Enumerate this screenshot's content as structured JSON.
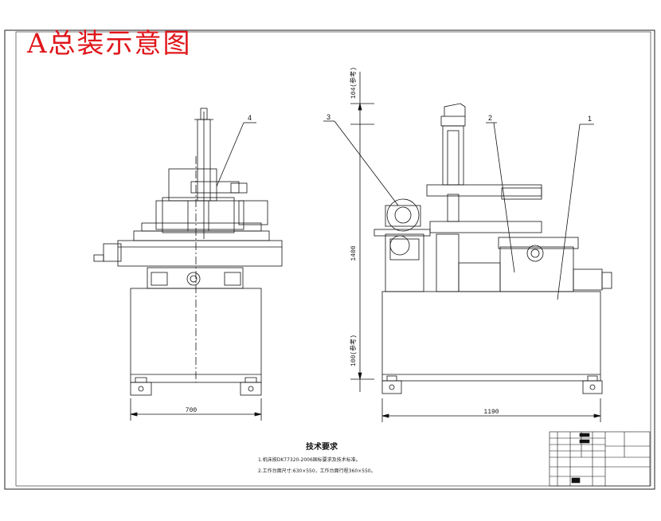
{
  "title": "A总装示意图",
  "dimensions": {
    "front_width": "700",
    "side_width": "1190",
    "total_height": "1400",
    "top_stroke": "104(参考)",
    "bottom_stroke": "100(参考)"
  },
  "callouts": [
    "1",
    "2",
    "3",
    "4"
  ],
  "tech_requirements": {
    "heading": "技术要求",
    "lines": [
      "1.机床按DK77320-2006国标要求及技术标准。",
      "2.工作台面尺寸:630×550，工作台面行程360×550。"
    ]
  },
  "colors": {
    "title": "#e0161b",
    "lines": "#111111",
    "frame": "#222222"
  }
}
